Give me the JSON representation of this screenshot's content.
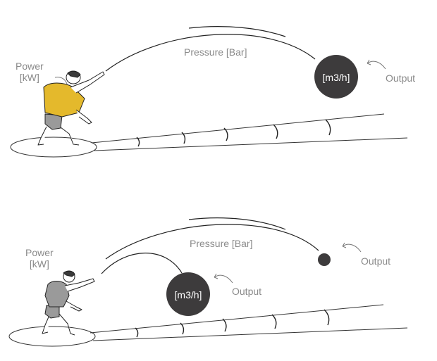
{
  "colors": {
    "line": "#222222",
    "label": "#8a8a8a",
    "ball": "#3d3b3c",
    "shirt_top": "#e4b92c",
    "shirt_bottom": "#9a9a9a",
    "skin": "#ffffff",
    "hair": "#3a3a3a"
  },
  "top": {
    "power_label": "Power\n[kW]",
    "pressure_label": "Pressure [Bar]",
    "ball_label": "[m3/h]",
    "output_label": "Output"
  },
  "bottom": {
    "power_label": "Power\n[kW]",
    "pressure_label": "Pressure [Bar]",
    "ball_label": "[m3/h]",
    "output_label_near": "Output",
    "output_label_far": "Output"
  }
}
